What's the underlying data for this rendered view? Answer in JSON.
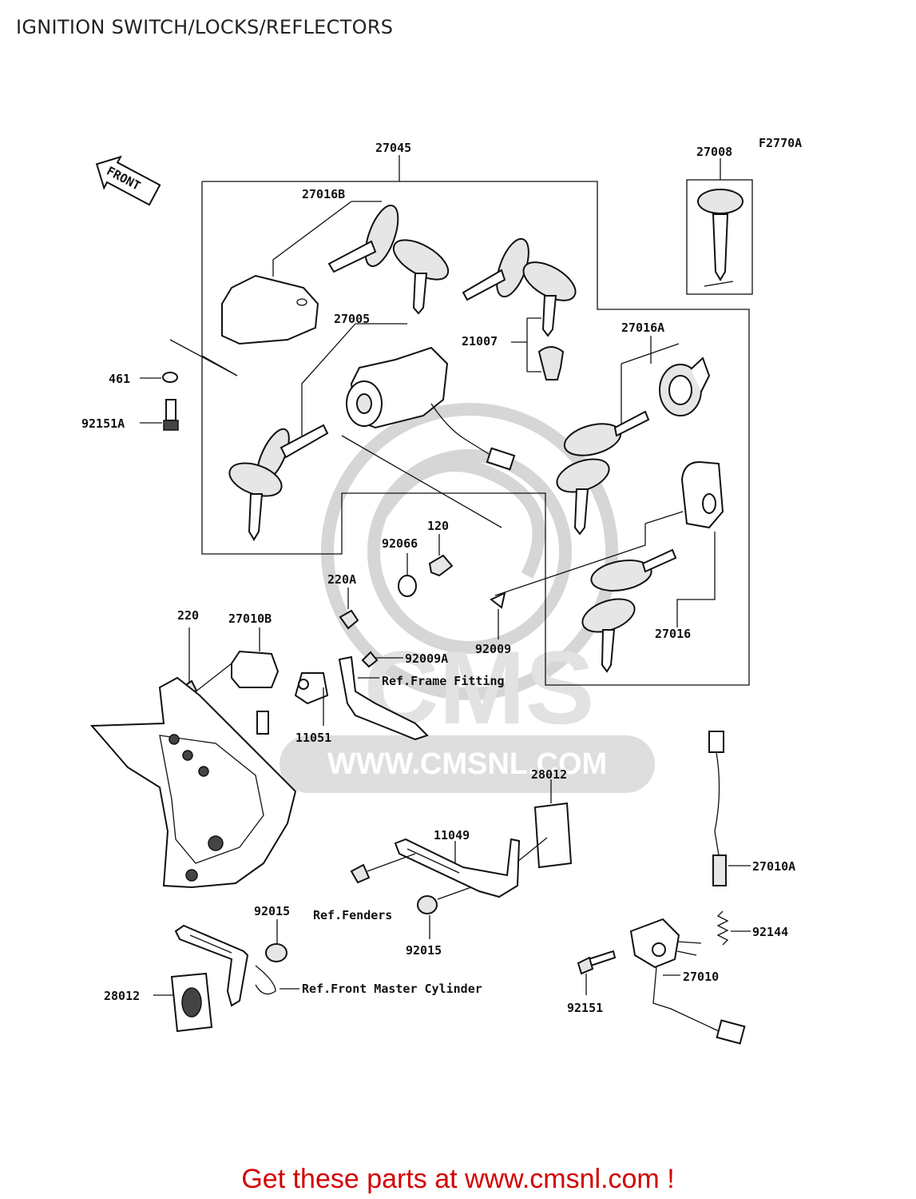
{
  "title": "IGNITION SWITCH/LOCKS/REFLECTORS",
  "figure_code": "F2770A",
  "front_arrow_text": "FRONT",
  "watermark": {
    "brand": "CMS",
    "url": "WWW.CMSNL.COM"
  },
  "part_labels": {
    "p27045": "27045",
    "p27008": "27008",
    "p27016B": "27016B",
    "p27005": "27005",
    "p21007": "21007",
    "p27016A": "27016A",
    "p461": "461",
    "p92151A": "92151A",
    "p120": "120",
    "p92066": "92066",
    "p220A": "220A",
    "p220": "220",
    "p27010B": "27010B",
    "p92009A": "92009A",
    "p92009": "92009",
    "p27016": "27016",
    "p11051": "11051",
    "p28012a": "28012",
    "p11049": "11049",
    "p27010A": "27010A",
    "p92015a": "92015",
    "p92015b": "92015",
    "p92144": "92144",
    "p28012b": "28012",
    "p27010": "27010",
    "p92151": "92151"
  },
  "refs": {
    "frame_fitting": "Ref.Frame Fitting",
    "fenders": "Ref.Fenders",
    "front_master_cylinder": "Ref.Front Master Cylinder"
  },
  "footer": "Get these parts at www.cmsnl.com !"
}
